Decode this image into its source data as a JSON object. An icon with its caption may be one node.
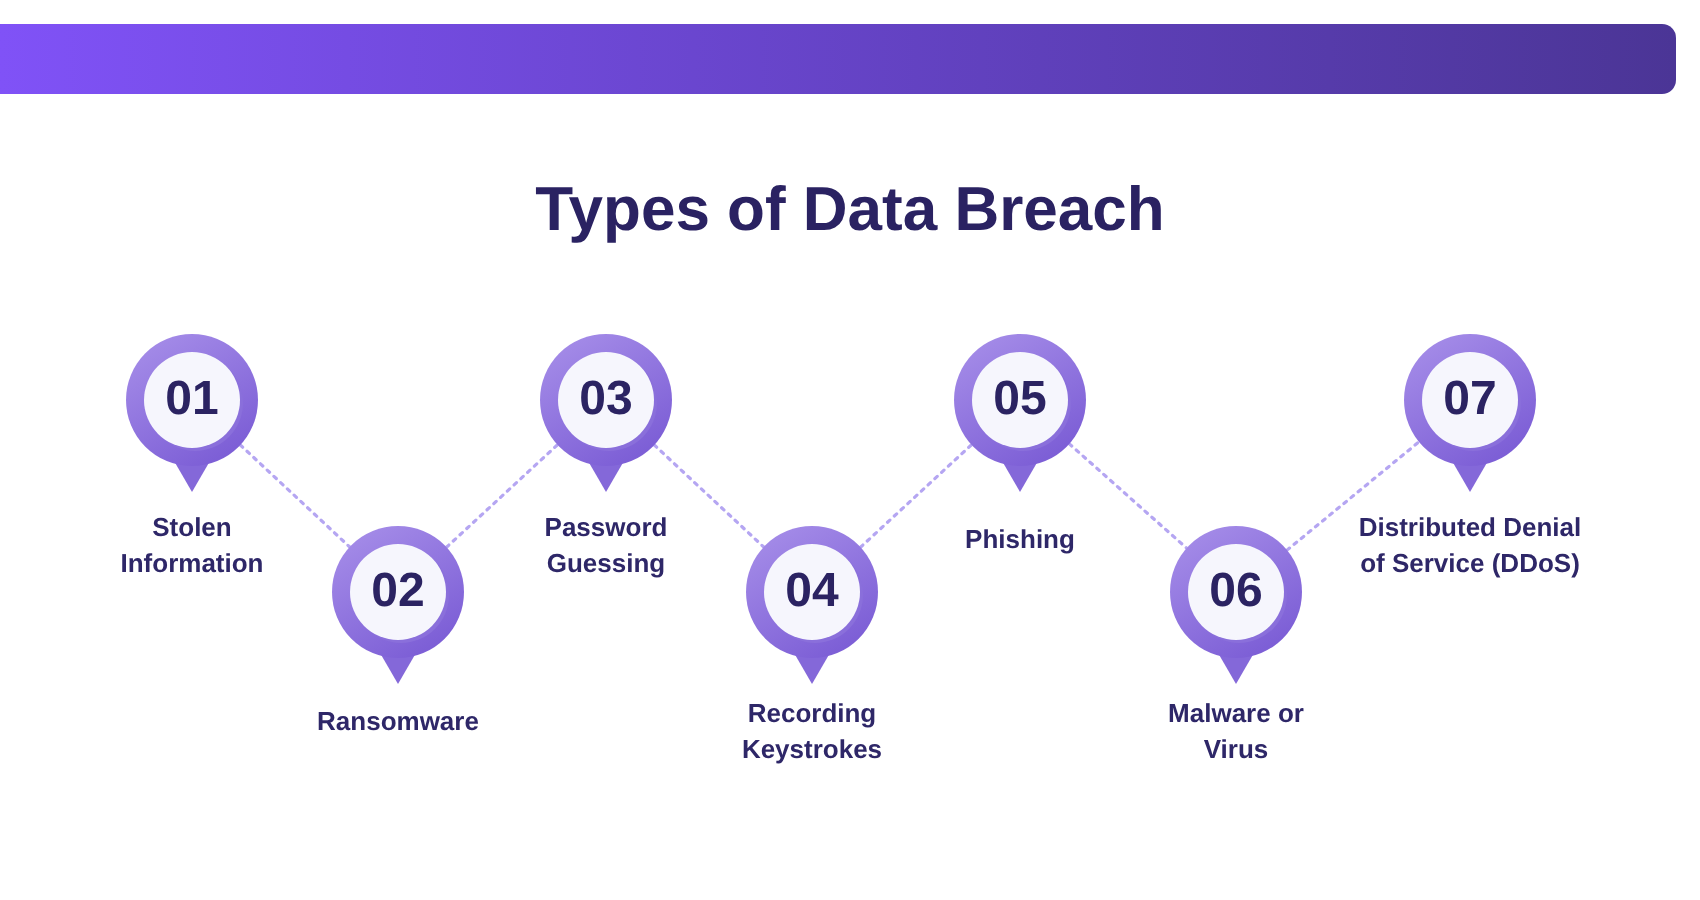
{
  "diagram": {
    "title": "Types of Data Breach",
    "nodes": [
      {
        "text": [
          "01"
        ],
        "beside": [
          "Stolen Information"
        ]
      },
      {
        "text": [
          "02"
        ],
        "beside": [
          "Ransomware"
        ]
      },
      {
        "text": [
          "03"
        ],
        "beside": [
          "Password Guessing"
        ]
      },
      {
        "text": [
          "04"
        ],
        "beside": [
          "Recording Keystrokes"
        ]
      },
      {
        "text": [
          "05"
        ],
        "beside": [
          "Phishing"
        ]
      },
      {
        "text": [
          "06"
        ],
        "beside": [
          "Malware or Virus"
        ]
      },
      {
        "text": [
          "07"
        ],
        "beside": [
          "Distributed Denial of Service (DDoS)"
        ]
      }
    ],
    "edges": [
      {
        "from": 0,
        "to": 1,
        "arrow": "none",
        "style": "dashed"
      },
      {
        "from": 1,
        "to": 2,
        "arrow": "none",
        "style": "dashed"
      },
      {
        "from": 2,
        "to": 3,
        "arrow": "none",
        "style": "dashed"
      },
      {
        "from": 3,
        "to": 4,
        "arrow": "none",
        "style": "dashed"
      },
      {
        "from": 4,
        "to": 5,
        "arrow": "none",
        "style": "dashed"
      },
      {
        "from": 5,
        "to": 6,
        "arrow": "none",
        "style": "dashed"
      }
    ]
  }
}
